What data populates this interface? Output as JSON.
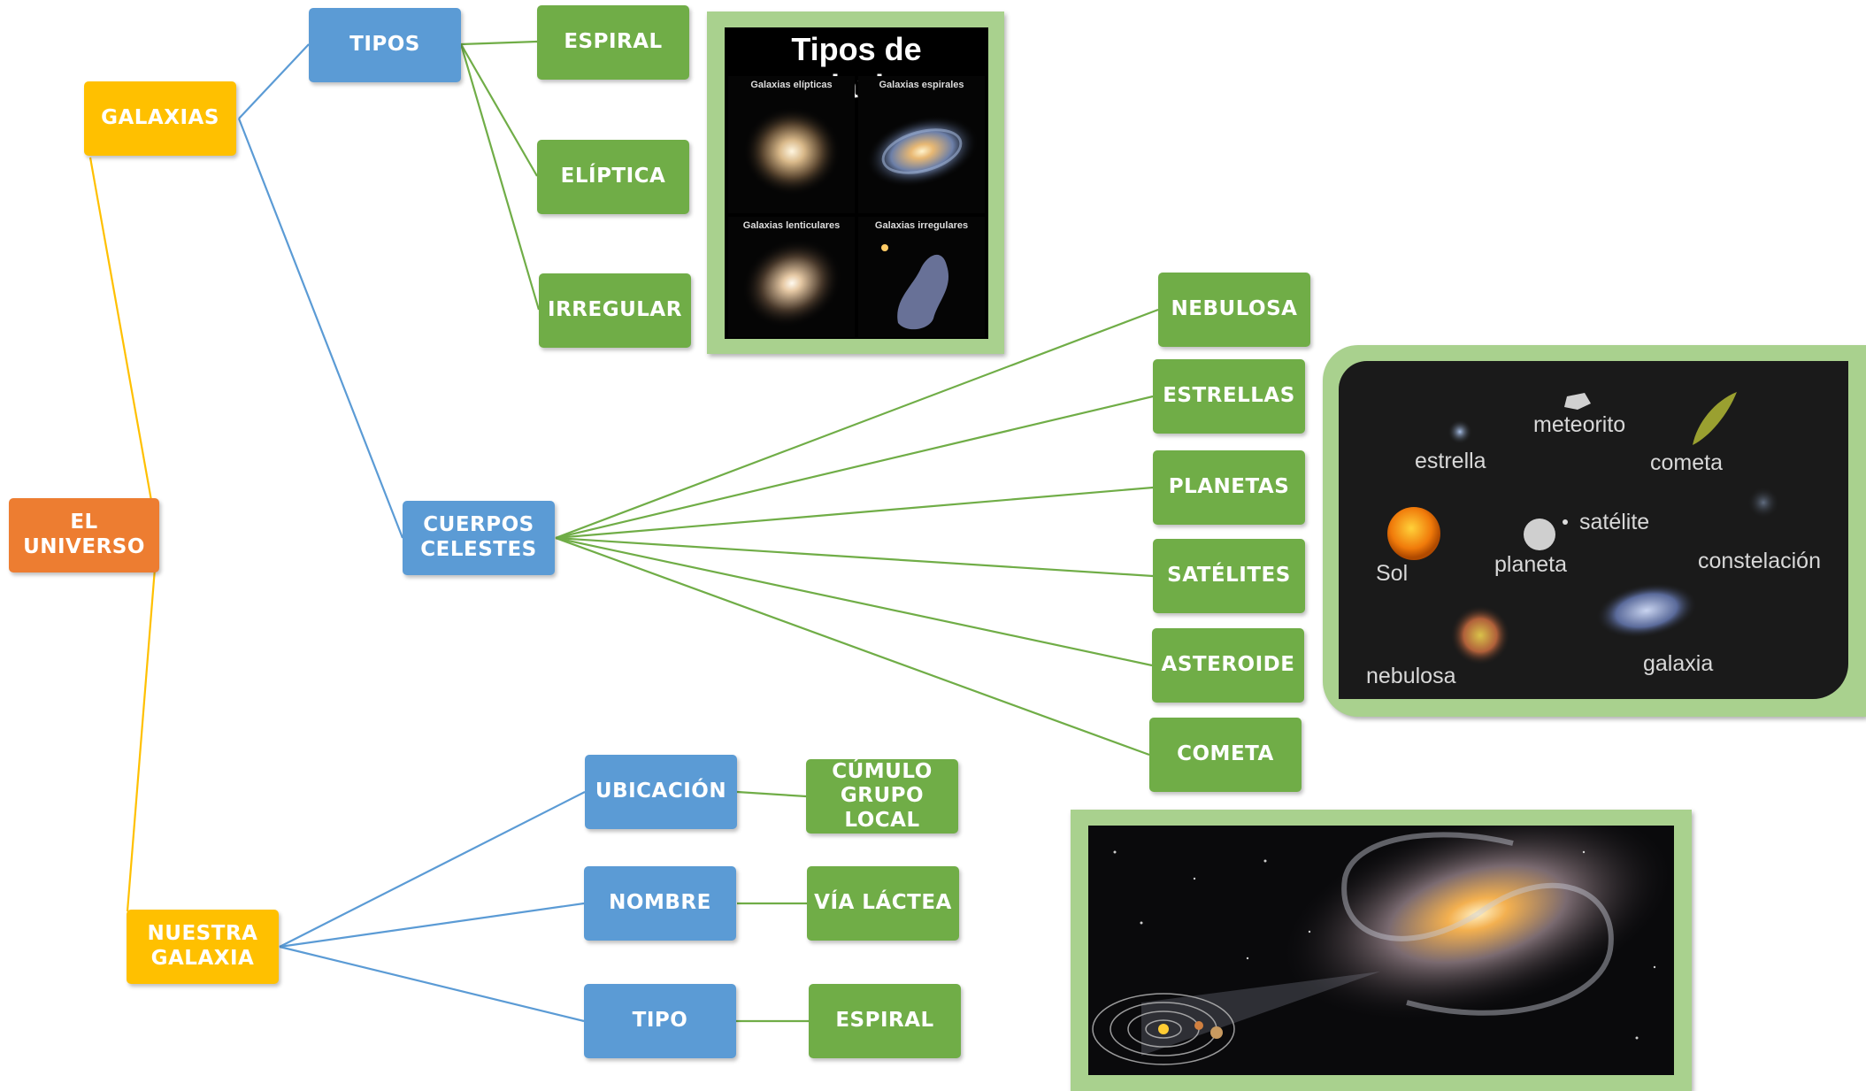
{
  "colors": {
    "root": "#ed7d31",
    "level1": "#ffc000",
    "level2": "#5b9bd5",
    "leaf": "#70ad47",
    "line_yellow": "#ffc000",
    "line_blue": "#5b9bd5",
    "line_green": "#70ad47"
  },
  "root": "EL UNIVERSO",
  "galaxias": {
    "label": "GALAXIAS",
    "tipos": {
      "label": "TIPOS",
      "items": [
        "ESPIRAL",
        "ELÍPTICA",
        "IRREGULAR"
      ]
    },
    "cuerpos": {
      "label": "CUERPOS\nCELESTES",
      "items": [
        "NEBULOSA",
        "ESTRELLAS",
        "PLANETAS",
        "SATÉLITES",
        "ASTEROIDE",
        "COMETA"
      ]
    }
  },
  "nuestra": {
    "label": "NUESTRA\nGALAXIA",
    "ubicacion": "UBICACIÓN",
    "ubicacion_value": "CÚMULO\nGRUPO LOCAL",
    "nombre": "NOMBRE",
    "nombre_value": "VÍA LÁCTEA",
    "tipo": "TIPO",
    "tipo_value": "ESPIRAL"
  },
  "image_galaxias": {
    "title": "Tipos de galaxias",
    "cells": [
      "Galaxias elípticas",
      "Galaxias espirales",
      "Galaxias lenticulares",
      "Galaxias irregulares"
    ]
  },
  "image_cuerpos": {
    "labels": [
      "meteorito",
      "estrella",
      "cometa",
      "satélite",
      "Sol",
      "planeta",
      "constelación",
      "nebulosa",
      "galaxia"
    ]
  }
}
